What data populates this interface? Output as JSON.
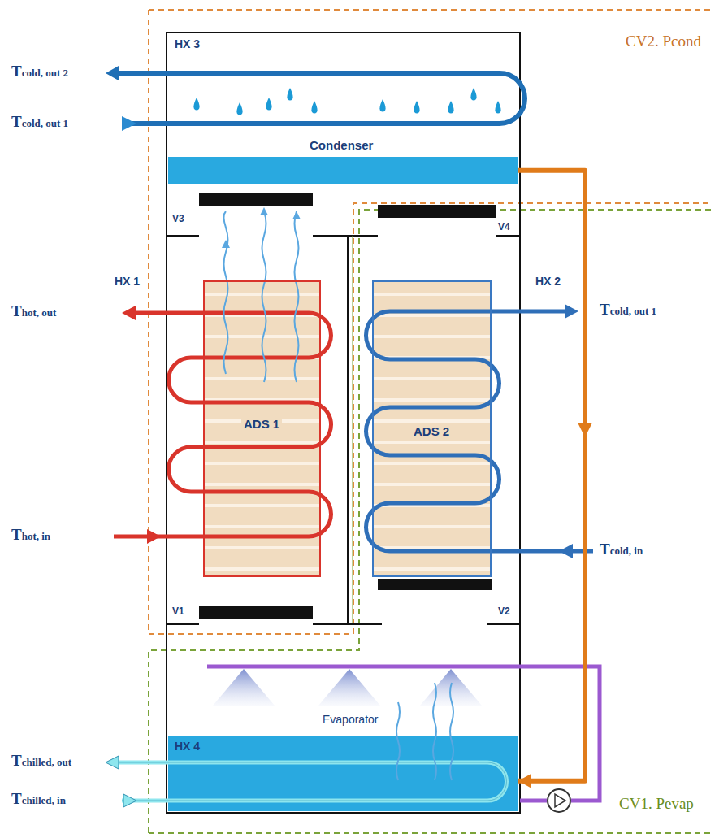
{
  "diagram": {
    "nodes": [
      {
        "text": [
          "Condenser"
        ]
      },
      {
        "text": [
          "ADS 1"
        ]
      },
      {
        "text": [
          "ADS 2"
        ]
      },
      {
        "text": [
          "HX 4"
        ]
      }
    ],
    "edges": [
      {
        "from": 0,
        "to": 3,
        "arrow": "to"
      }
    ],
    "labels": [
      "HX 3",
      "Tcold, out 2",
      "Tcold, out 1",
      "CV2. Pcond",
      "V3",
      "V4",
      "HX 1",
      "Thot, out",
      "HX 2",
      "Tcold, out 1",
      "Thot, in",
      "Tcold, in",
      "V1",
      "V2",
      "Evaporator",
      "Tchilled, out",
      "Tchilled, in",
      "CV1. Pevap"
    ]
  }
}
